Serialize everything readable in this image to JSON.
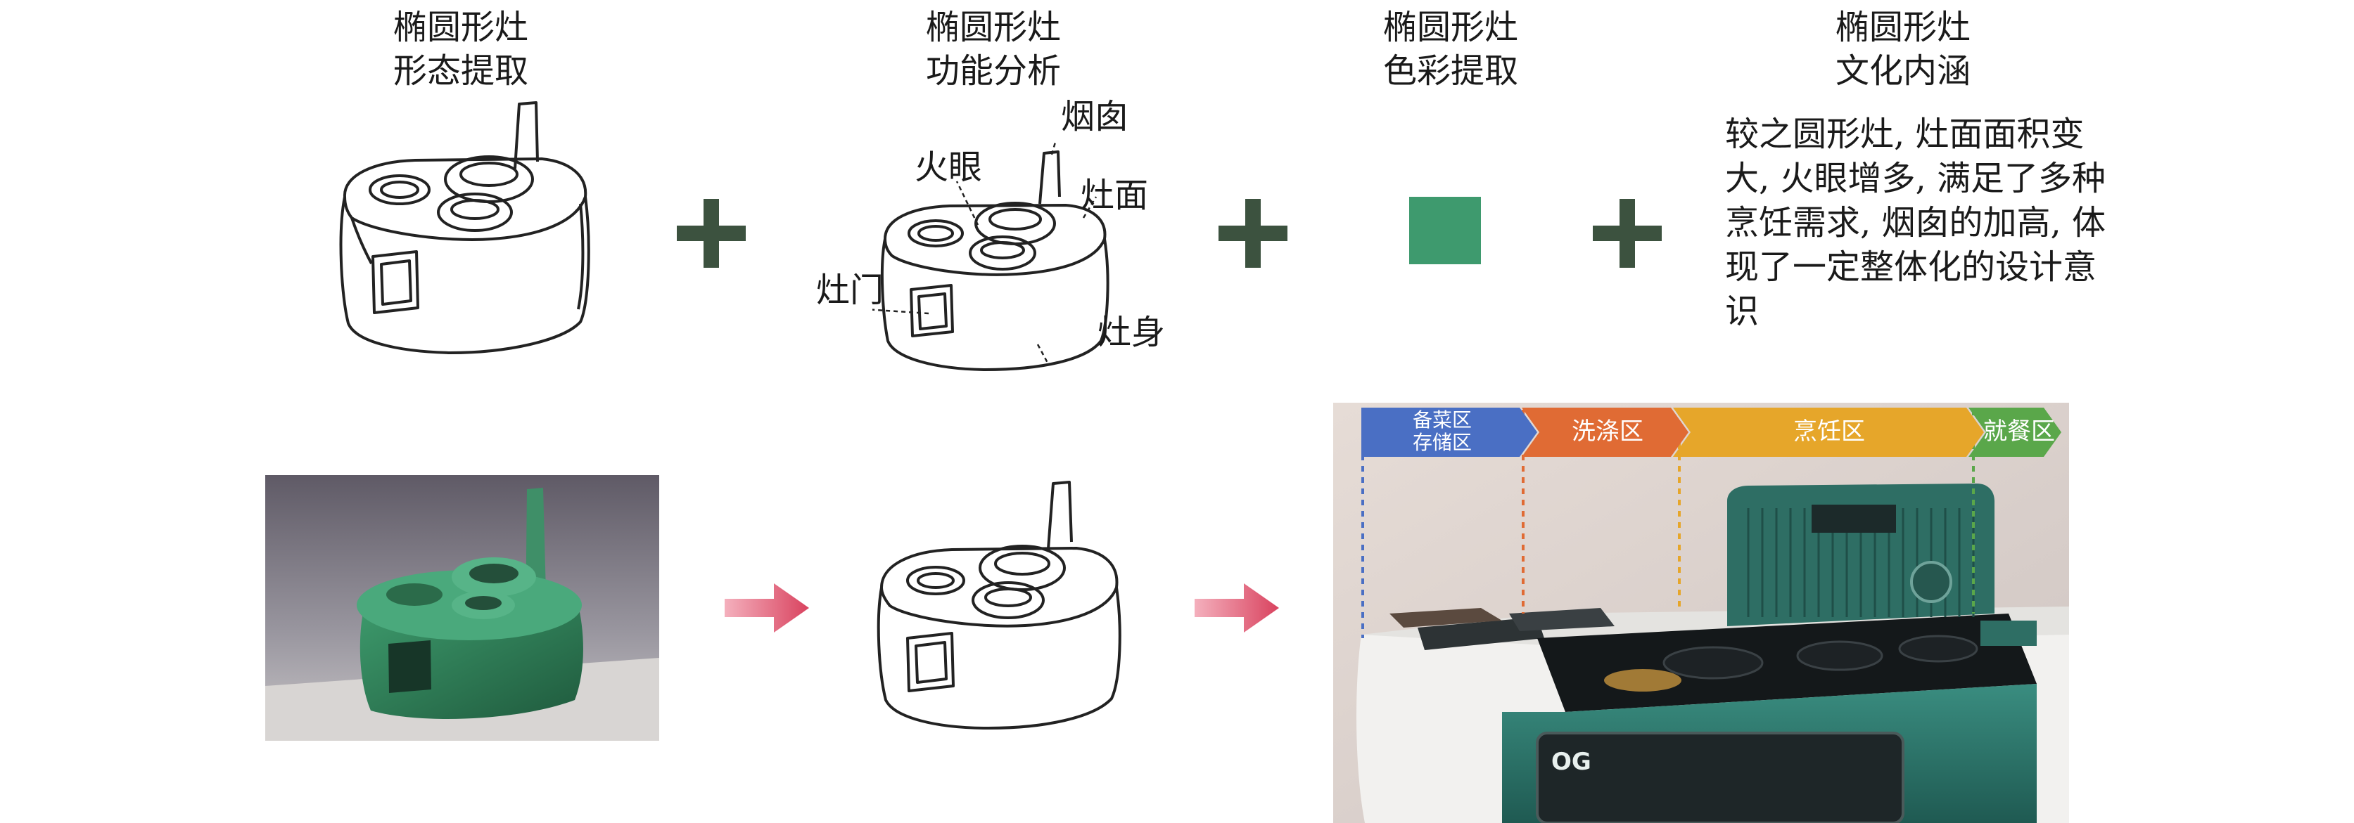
{
  "headings": [
    {
      "line1": "椭圆形灶",
      "line2": "形态提取"
    },
    {
      "line1": "椭圆形灶",
      "line2": "功能分析"
    },
    {
      "line1": "椭圆形灶",
      "line2": "色彩提取"
    },
    {
      "line1": "椭圆形灶",
      "line2": "文化内涵"
    }
  ],
  "culture_text": "较之圆形灶, 灶面面积变大, 火眼增多, 满足了多种烹饪需求, 烟囱的加高, 体现了一定整体化的设计意识",
  "function_labels": {
    "chimney": "烟囱",
    "burner": "火眼",
    "surface": "灶面",
    "door": "灶门",
    "body": "灶身"
  },
  "color_swatch": "#3e9a6e",
  "accent_colors": {
    "plus": "#3c523f",
    "arrow": "#d9435f"
  },
  "zones": [
    {
      "label": "备菜区\n存储区",
      "color": "#4a6fc4"
    },
    {
      "label": "洗涤区",
      "color": "#e06b34"
    },
    {
      "label": "烹饪区",
      "color": "#e6a62a"
    },
    {
      "label": "就餐区",
      "color": "#5aa74a"
    }
  ],
  "product_panel_text": "OG"
}
